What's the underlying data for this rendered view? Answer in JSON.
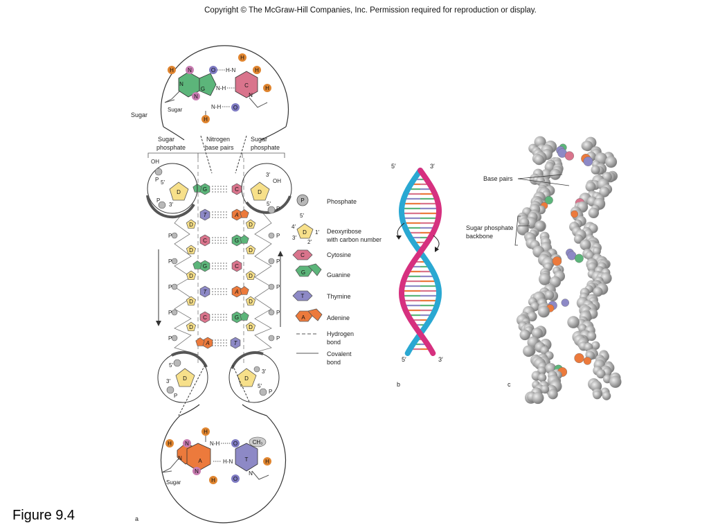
{
  "copyright": "Copyright © The McGraw-Hill Companies, Inc. Permission required for reproduction or display.",
  "figure_label": "Figure 9.4",
  "colors": {
    "phosphate": "#b8b8b8",
    "deoxyribose": "#f7e08a",
    "cytosine": "#d9748c",
    "guanine": "#5cb57a",
    "thymine": "#8d89c6",
    "adenine": "#ec7a3c",
    "hydrogen_atom": "#e0852f",
    "nitrogen_atom": "#c77bb0",
    "oxygen_atom": "#7e7ac2",
    "helix_strand_pink": "#d6307f",
    "helix_strand_blue": "#2aa8d2"
  },
  "panel_a": {
    "label": "a",
    "top_zoom": {
      "sugar_left": "Sugar",
      "sugar_inner": "Sugar",
      "atom_h": "H",
      "atom_n": "N",
      "atom_o": "O",
      "base_g": "G",
      "base_c": "C",
      "bond_nh": "N-H",
      "bond_h_n": "H-N"
    },
    "bottom_zoom": {
      "sugar": "Sugar",
      "base_a": "A",
      "base_t": "T",
      "methyl": "CH₃",
      "atom_h": "H",
      "atom_n": "N",
      "atom_o": "O"
    },
    "headers": {
      "left": [
        "Sugar",
        "phosphate"
      ],
      "middle": [
        "Nitrogen",
        "base pairs"
      ],
      "right": [
        "Sugar",
        "phosphate"
      ]
    },
    "ladder": {
      "oh": "OH",
      "phosphate": "P",
      "sugar": "D",
      "five_prime": "5′",
      "three_prime": "3′",
      "pairs": [
        [
          "G",
          "C"
        ],
        [
          "T",
          "A"
        ],
        [
          "C",
          "G"
        ],
        [
          "G",
          "C"
        ],
        [
          "T",
          "A"
        ],
        [
          "C",
          "G"
        ],
        [
          "A",
          "T"
        ]
      ]
    },
    "legend": [
      {
        "symbol": "P",
        "label": "Phosphate"
      },
      {
        "symbol": "D",
        "label": "Deoxyribose",
        "label2": "with carbon number",
        "carbons": [
          "5′",
          "4′",
          "1′",
          "3′",
          "2′"
        ]
      },
      {
        "symbol": "C",
        "label": "Cytosine"
      },
      {
        "symbol": "G",
        "label": "Guanine"
      },
      {
        "symbol": "T",
        "label": "Thymine"
      },
      {
        "symbol": "A",
        "label": "Adenine"
      },
      {
        "symbol": "dashed-line",
        "label": "Hydrogen",
        "label2": "bond"
      },
      {
        "symbol": "solid-line",
        "label": "Covalent",
        "label2": "bond"
      }
    ]
  },
  "panel_b": {
    "label": "b",
    "top_left": "5′",
    "top_right": "3′",
    "bottom_left": "5′",
    "bottom_right": "3′"
  },
  "panel_c": {
    "label": "c",
    "base_pairs": "Base pairs",
    "backbone_line1": "Sugar phosphate",
    "backbone_line2": "backbone"
  }
}
